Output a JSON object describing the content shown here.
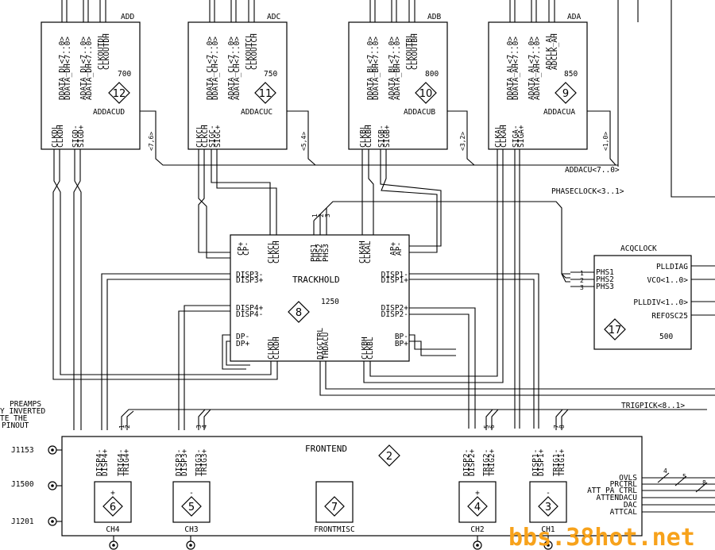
{
  "adc_blocks": [
    {
      "id": "add",
      "title": "ADD",
      "name": "ADDACUD",
      "value": "700",
      "num": "12",
      "top_pins": [
        "DDATA_DL<7..0>",
        "DDATA_DH<7..0>",
        "ADATA_DL<7..0>",
        "ADATA_DH<7..0>",
        "CLKOUTDL",
        "CLKOUTDH"
      ],
      "bot_pins": [
        "CLKDL",
        "CLKDH",
        "SIGD-",
        "SIGD+"
      ],
      "bus": "<7,6>"
    },
    {
      "id": "adc",
      "title": "ADC",
      "name": "ADDACUC",
      "value": "750",
      "num": "11",
      "top_pins": [
        "DDATA_CL<7..0>",
        "DDATA_CH<7..0>",
        "ADATA_CL<7..0>",
        "ADATA_CH<7..0>",
        "CLKOUTCL",
        "CLKOUTCH"
      ],
      "bot_pins": [
        "CLKCL",
        "CLKCH",
        "SIGC-",
        "SIGC+"
      ],
      "bus": "<5,4>"
    },
    {
      "id": "adb",
      "title": "ADB",
      "name": "ADDACUB",
      "value": "800",
      "num": "10",
      "top_pins": [
        "DDATA_BL<7..0>",
        "DDATA_BH<7..0>",
        "ADATA_BL<7..0>",
        "ADATA_BH<7..0>",
        "CLKOUTBL",
        "CLKOUTBH"
      ],
      "bot_pins": [
        "CLKBL",
        "CLKBH",
        "SIGB-",
        "SIGB+"
      ],
      "bus": "<3,2>"
    },
    {
      "id": "ada",
      "title": "ADA",
      "name": "ADDACUA",
      "value": "850",
      "num": "9",
      "top_pins": [
        "DDATA_AL<7..0>",
        "DDATA_AH<7..0>",
        "ADATA_AL<7..0>",
        "ADATA_AH<7..0>",
        "ADCLK_AL",
        "ADCLK_AH"
      ],
      "bot_pins": [
        "CLKAL",
        "CLKAH",
        "SIGA-",
        "SIGA+"
      ],
      "bus": "<1,0>"
    }
  ],
  "nets": {
    "addacu": "ADDACU<7..0>",
    "phaseclock": "PHASECLOCK<3..1>",
    "trigpick": "TRIGPICK<8..1>"
  },
  "trackhold": {
    "name": "TRACKHOLD",
    "value": "1250",
    "num": "8",
    "top_pins": [
      "CP+",
      "CP-",
      "CLKCL",
      "CLKCH",
      "PHS1",
      "PHS2",
      "PHS3",
      "CLKAH",
      "CLKAL",
      "AP+",
      "AP-"
    ],
    "phs_nums": [
      "1",
      "2",
      "3"
    ],
    "left_pins": [
      "DISP3-",
      "DISP3+",
      "DISP4+",
      "DISP4-",
      "DP-",
      "DP+"
    ],
    "right_pins": [
      "DISP1-",
      "DISP1+",
      "DISP2+",
      "DISP2-",
      "BP-",
      "BP+"
    ],
    "bot_pins": [
      "CLKDL",
      "CLKDH",
      "DIGCTRL",
      "THDACU",
      "CLKBH",
      "CLKBL"
    ]
  },
  "acqclock": {
    "name": "ACQCLOCK",
    "value": "500",
    "num": "17",
    "left_pins": [
      "PHS1",
      "PHS2",
      "PHS3"
    ],
    "left_nums": [
      "1",
      "2",
      "3"
    ],
    "right_pins": [
      "PLLDIAG",
      "VCO<1..0>",
      "PLLDIV<1..0>",
      "REFOSC25"
    ]
  },
  "frontend": {
    "name": "FRONTEND",
    "num": "2",
    "pins": [
      "DISP4-",
      "DISP4+",
      "TRIG4-",
      "TRIG4+",
      "DISP3-",
      "DISP3+",
      "TRIG3-",
      "TRIG3+",
      "DISP2-",
      "DISP2+",
      "TRIG2-",
      "TRIG2+",
      "DISP1-",
      "DISP1+",
      "TRIG1-",
      "TRIG1+"
    ],
    "trig_nums": [
      "1",
      "2",
      "3",
      "4",
      "5",
      "6",
      "7",
      "8"
    ],
    "subs": [
      {
        "name": "CH4",
        "num": "6",
        "sign": "+"
      },
      {
        "name": "CH3",
        "num": "5",
        "sign": "-"
      },
      {
        "name": "FRONTMISC",
        "num": "7",
        "sign": ""
      },
      {
        "name": "CH2",
        "num": "4",
        "sign": "+"
      },
      {
        "name": "CH1",
        "num": "3",
        "sign": "-"
      }
    ],
    "right_pins": [
      "OVLS",
      "PRCTRL",
      "ATT_PA_CTRL",
      "ATTENDACU",
      "DAC",
      "ATTCAL"
    ],
    "bus_nums": [
      "4",
      "5",
      "8"
    ]
  },
  "connectors": [
    "J1153",
    "J1500",
    "J1201"
  ],
  "note": [
    "PREAMPS",
    "Y INVERTED",
    "TE THE",
    "PINOUT"
  ],
  "watermark": "bbs.38hot.net"
}
